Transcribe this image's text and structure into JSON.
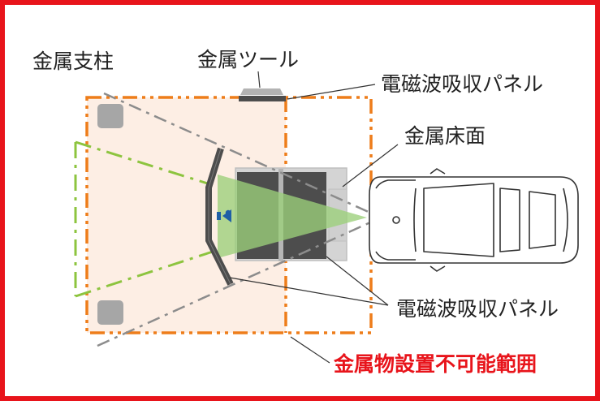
{
  "labels": {
    "metal_pillar": "金属支柱",
    "metal_tool": "金属ツール",
    "em_panel_top": "電磁波吸収パネル",
    "metal_floor": "金属床面",
    "em_panel_bottom": "電磁波吸収パネル",
    "no_metal_zone": "金属物設置不可能範囲"
  },
  "colors": {
    "frame_red": "#e8141b",
    "zone_fill": "#fdeee4",
    "zone_border": "#ee7d1a",
    "beam_green": "#8dc43f",
    "cone_green": "#9bd07a",
    "panel_dark": "#4d4d4d",
    "metal_gray": "#a6a6a6",
    "sensor_blue": "#1f5fa6"
  },
  "icons": [
    "vehicle-top-view-icon",
    "camera-sensor-icon"
  ]
}
